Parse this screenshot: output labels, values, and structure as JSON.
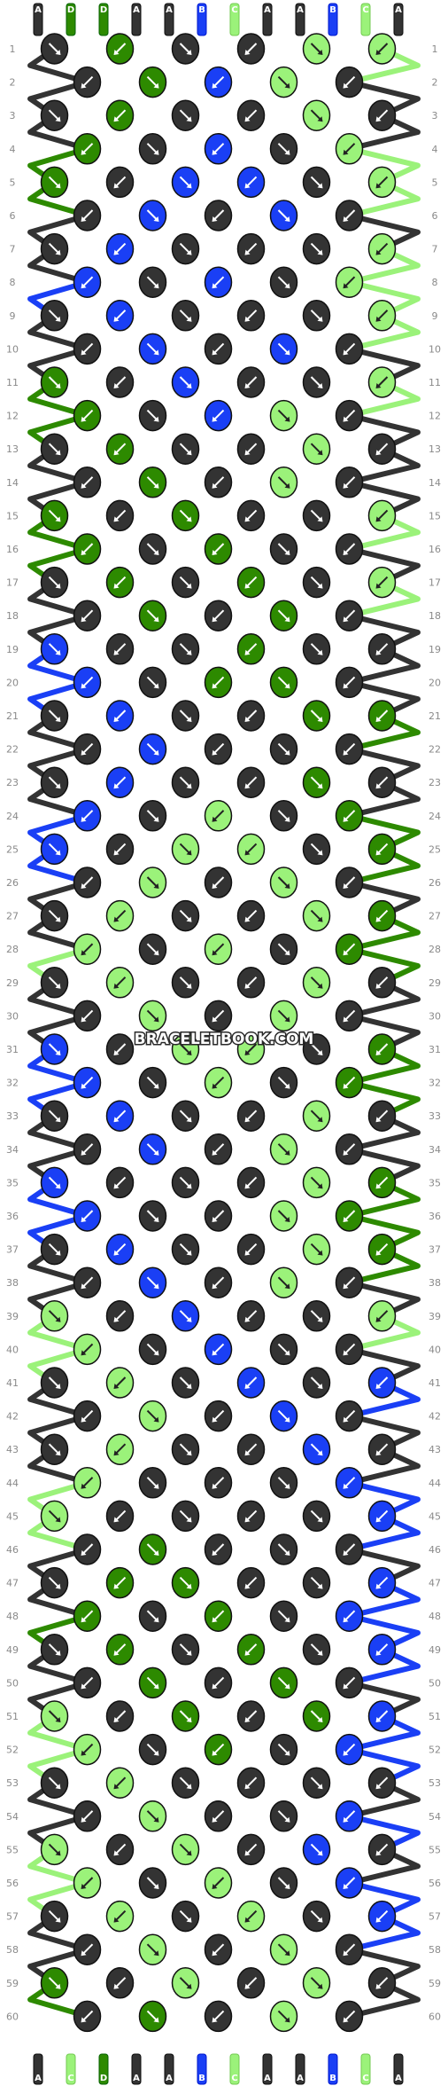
{
  "watermark": "BRACELETBOOK.COM",
  "colors": {
    "A": "#333333",
    "B": "#1a3ff5",
    "C": "#9bf27a",
    "D": "#2d8a00"
  },
  "top_strand_labels": [
    "A",
    "D",
    "D",
    "A",
    "A",
    "B",
    "C",
    "A",
    "A",
    "B",
    "C",
    "A"
  ],
  "bottom_strand_labels": [
    "A",
    "C",
    "D",
    "A",
    "A",
    "B",
    "C",
    "A",
    "A",
    "B",
    "C",
    "A"
  ],
  "row_numbers": [
    "1",
    "2",
    "3",
    "4",
    "5",
    "6",
    "7",
    "8",
    "9",
    "10",
    "11",
    "12",
    "13",
    "14",
    "15",
    "16",
    "17",
    "18",
    "19",
    "20",
    "21",
    "22",
    "23",
    "24",
    "25",
    "26",
    "27",
    "28",
    "29",
    "30",
    "31",
    "32",
    "33",
    "34",
    "35",
    "36",
    "37",
    "38",
    "39",
    "40",
    "41",
    "42",
    "43",
    "44",
    "45",
    "46",
    "47",
    "48",
    "49",
    "50",
    "51",
    "52",
    "53",
    "54",
    "55",
    "56",
    "57",
    "58",
    "59",
    "60"
  ],
  "knots": {
    "note_colors_A_dark_B_blue_C_light_green_D_green": "",
    "odd_rows_six_knots_even_rows_five_knots": "",
    "rows": [
      [
        "A",
        "D",
        "A",
        "A",
        "C",
        "C"
      ],
      [
        "A",
        "D",
        "B",
        "C",
        "A"
      ],
      [
        "A",
        "D",
        "A",
        "A",
        "C",
        "A"
      ],
      [
        "D",
        "A",
        "B",
        "A",
        "C"
      ],
      [
        "D",
        "A",
        "B",
        "B",
        "A",
        "C"
      ],
      [
        "A",
        "B",
        "A",
        "B",
        "A"
      ],
      [
        "A",
        "B",
        "A",
        "A",
        "A",
        "C"
      ],
      [
        "B",
        "A",
        "B",
        "A",
        "C"
      ],
      [
        "A",
        "B",
        "A",
        "A",
        "A",
        "C"
      ],
      [
        "A",
        "B",
        "A",
        "B",
        "A"
      ],
      [
        "D",
        "A",
        "B",
        "A",
        "A",
        "C"
      ],
      [
        "D",
        "A",
        "B",
        "C",
        "A"
      ],
      [
        "A",
        "D",
        "A",
        "A",
        "C",
        "A"
      ],
      [
        "A",
        "D",
        "A",
        "C",
        "A"
      ],
      [
        "D",
        "A",
        "D",
        "A",
        "A",
        "C"
      ],
      [
        "D",
        "A",
        "D",
        "A",
        "A"
      ],
      [
        "A",
        "D",
        "A",
        "D",
        "A",
        "C"
      ],
      [
        "A",
        "D",
        "A",
        "D",
        "A"
      ],
      [
        "B",
        "A",
        "A",
        "D",
        "A",
        "A"
      ],
      [
        "B",
        "A",
        "D",
        "D",
        "A"
      ],
      [
        "A",
        "B",
        "A",
        "A",
        "D",
        "D"
      ],
      [
        "A",
        "B",
        "A",
        "A",
        "A"
      ],
      [
        "A",
        "B",
        "A",
        "A",
        "D",
        "A"
      ],
      [
        "B",
        "A",
        "C",
        "A",
        "D"
      ],
      [
        "B",
        "A",
        "C",
        "C",
        "A",
        "D"
      ],
      [
        "A",
        "C",
        "A",
        "C",
        "A"
      ],
      [
        "A",
        "C",
        "A",
        "A",
        "C",
        "D"
      ],
      [
        "C",
        "A",
        "C",
        "A",
        "D"
      ],
      [
        "A",
        "C",
        "A",
        "A",
        "C",
        "A"
      ],
      [
        "A",
        "C",
        "A",
        "C",
        "A"
      ],
      [
        "B",
        "A",
        "C",
        "C",
        "A",
        "D"
      ],
      [
        "B",
        "A",
        "C",
        "A",
        "D"
      ],
      [
        "A",
        "B",
        "A",
        "A",
        "C",
        "A"
      ],
      [
        "A",
        "B",
        "A",
        "C",
        "A"
      ],
      [
        "B",
        "A",
        "A",
        "A",
        "C",
        "D"
      ],
      [
        "B",
        "A",
        "A",
        "C",
        "D"
      ],
      [
        "A",
        "B",
        "A",
        "A",
        "C",
        "D"
      ],
      [
        "A",
        "B",
        "A",
        "C",
        "A"
      ],
      [
        "C",
        "A",
        "B",
        "A",
        "A",
        "C"
      ],
      [
        "C",
        "A",
        "B",
        "A",
        "A"
      ],
      [
        "A",
        "C",
        "A",
        "B",
        "A",
        "B"
      ],
      [
        "A",
        "C",
        "A",
        "B",
        "A"
      ],
      [
        "A",
        "C",
        "A",
        "A",
        "B",
        "A"
      ],
      [
        "C",
        "A",
        "A",
        "A",
        "B"
      ],
      [
        "C",
        "A",
        "A",
        "A",
        "A",
        "B"
      ],
      [
        "A",
        "D",
        "A",
        "A",
        "A"
      ],
      [
        "A",
        "D",
        "D",
        "A",
        "A",
        "B"
      ],
      [
        "D",
        "A",
        "D",
        "A",
        "B"
      ],
      [
        "A",
        "D",
        "A",
        "D",
        "A",
        "B"
      ],
      [
        "A",
        "D",
        "A",
        "D",
        "A"
      ],
      [
        "C",
        "A",
        "D",
        "A",
        "D",
        "B"
      ],
      [
        "C",
        "A",
        "D",
        "A",
        "B"
      ],
      [
        "A",
        "C",
        "A",
        "A",
        "A",
        "A"
      ],
      [
        "A",
        "C",
        "A",
        "A",
        "B"
      ],
      [
        "C",
        "A",
        "C",
        "A",
        "B",
        "A"
      ],
      [
        "C",
        "A",
        "C",
        "A",
        "B"
      ],
      [
        "A",
        "C",
        "A",
        "C",
        "A",
        "B"
      ],
      [
        "A",
        "C",
        "A",
        "C",
        "A"
      ],
      [
        "D",
        "A",
        "C",
        "A",
        "C",
        "A"
      ],
      [
        "A",
        "D",
        "A",
        "C",
        "A"
      ]
    ]
  }
}
